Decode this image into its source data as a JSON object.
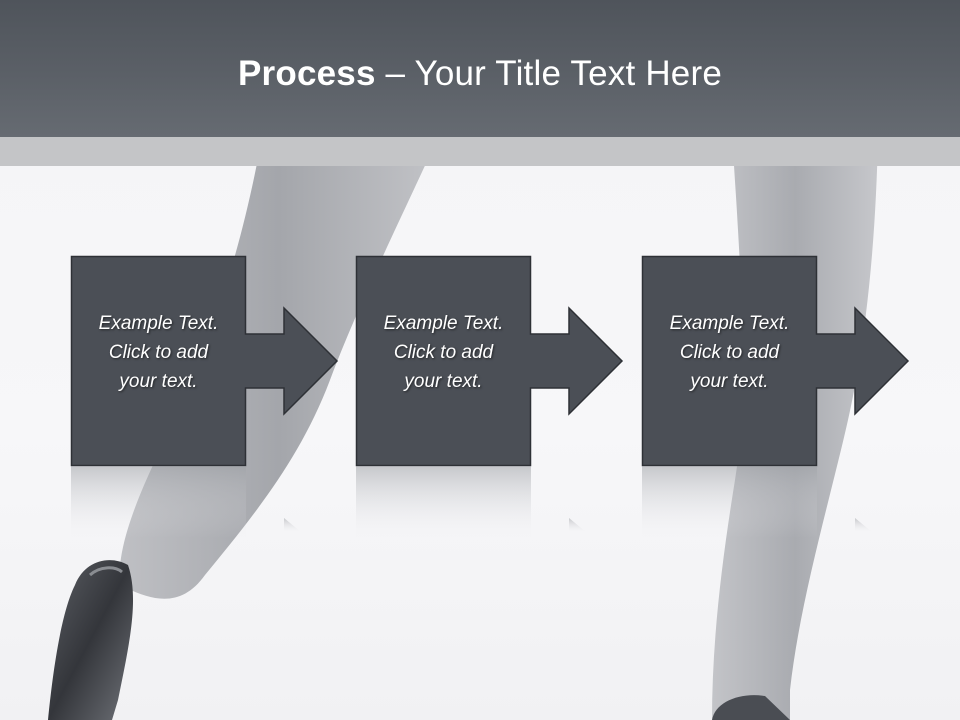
{
  "title": {
    "bold": "Process",
    "rest": " – Your Title Text Here"
  },
  "steps": [
    {
      "line1": "Example Text.",
      "line2": "Click  to add",
      "line3": "your text."
    },
    {
      "line1": "Example Text.",
      "line2": "Click  to add",
      "line3": "your text."
    },
    {
      "line1": "Example Text.",
      "line2": "Click  to add",
      "line3": "your text."
    }
  ],
  "colors": {
    "title_bar": "#5b6067",
    "box_fill": "#4b4f56",
    "box_border": "#2e3136",
    "text": "#ffffff"
  }
}
